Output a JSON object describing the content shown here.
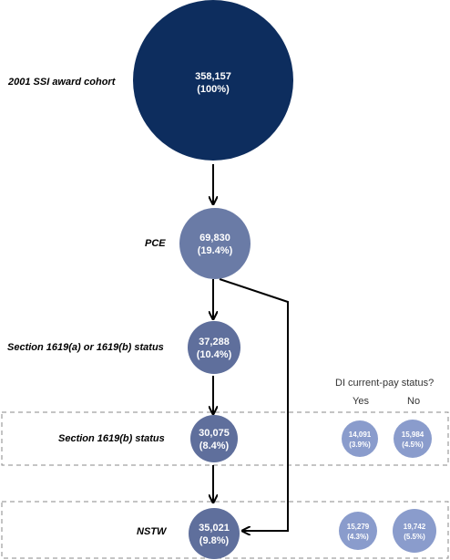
{
  "rows": {
    "cohort": {
      "label": "2001 SSI award cohort",
      "count": "358,157",
      "pct": "(100%)"
    },
    "pce": {
      "label": "PCE",
      "count": "69,830",
      "pct": "(19.4%)"
    },
    "s1619ab": {
      "label": "Section 1619(a) or 1619(b) status",
      "count": "37,288",
      "pct": "(10.4%)"
    },
    "s1619b": {
      "label": "Section 1619(b) status",
      "count": "30,075",
      "pct": "(8.4%)",
      "yes_count": "14,091",
      "yes_pct": "(3.9%)",
      "no_count": "15,984",
      "no_pct": "(4.5%)"
    },
    "nstw": {
      "label": "NSTW",
      "count": "35,021",
      "pct": "(9.8%)",
      "yes_count": "15,279",
      "yes_pct": "(4.3%)",
      "no_count": "19,742",
      "no_pct": "(5.5%)"
    }
  },
  "di_header": {
    "title": "DI current-pay status?",
    "yes": "Yes",
    "no": "No"
  },
  "colors": {
    "cohort": "#0d2d5e",
    "pce": "#6a7ba6",
    "mid": "#5f6f9c",
    "small": "#8a9ccc",
    "arrow": "#000000",
    "dash": "#888888"
  }
}
